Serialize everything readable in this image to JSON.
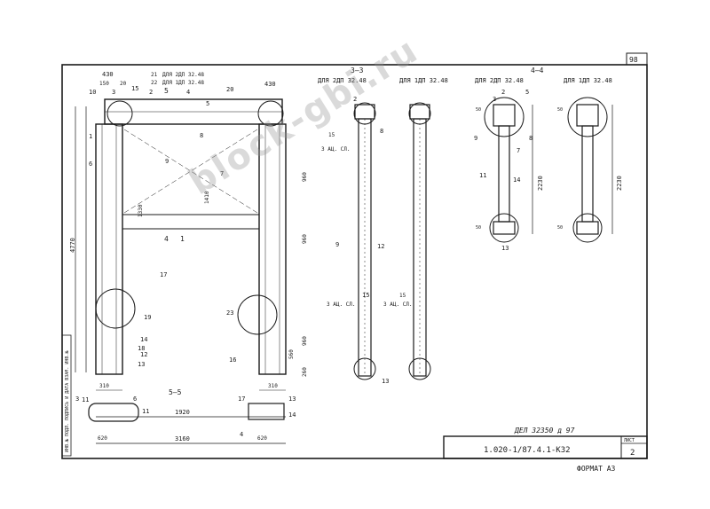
{
  "sheet": {
    "page_number": "98",
    "format_label": "ФОРМАТ А3",
    "title_block": {
      "document_code": "1.020-1/87.4.1-К32",
      "sheet_label": "ЛИСТ",
      "sheet_number": "2",
      "inventory_note": "ДЕЛ 32350 д 97"
    },
    "side_stamp": "ИНВ.№ ПОДЛ. ПОДПИСЬ И ДАТА ВЗАМ. ИНВ.№",
    "watermark": "block-gbi.ru"
  },
  "frame_view": {
    "top_dims": [
      "430",
      "150",
      "20",
      "430",
      "21",
      "22"
    ],
    "top_notes": [
      "ДЛЯ 2ДП 32.48",
      "ДЛЯ 1ДП 32.48"
    ],
    "height_total": "4770",
    "height_parts": [
      "1330",
      "960",
      "960",
      "960",
      "560",
      "260"
    ],
    "bottom_dims": [
      "310",
      "1920",
      "3160",
      "310"
    ],
    "inner_dims": [
      "1410"
    ],
    "section_marks": [
      "1",
      "4",
      "5"
    ],
    "callouts": [
      "1",
      "2",
      "3",
      "4",
      "5",
      "6",
      "7",
      "8",
      "9",
      "10",
      "11",
      "12",
      "13",
      "14",
      "15",
      "16",
      "17",
      "18",
      "19",
      "20",
      "23"
    ]
  },
  "section_3_3": {
    "title": "3—3",
    "notes": [
      "ДЛЯ 2ДП 32.48",
      "ДЛЯ 1ДП 32.48"
    ],
    "labels": [
      "15",
      "3 АЦ. СЛ.",
      "3 АЦ. СЛ.",
      "15",
      "3 АЦ. СЛ."
    ],
    "callouts": [
      "2",
      "8",
      "9",
      "12",
      "13",
      "15"
    ]
  },
  "section_4_4": {
    "title": "4—4",
    "notes": [
      "ДЛЯ 2ДП 32.48",
      "ДЛЯ 1ДП 32.48"
    ],
    "dims": [
      "2230",
      "2230",
      "50",
      "50",
      "50",
      "50"
    ],
    "callouts": [
      "2",
      "3",
      "5",
      "7",
      "8",
      "9",
      "11",
      "13",
      "14"
    ]
  },
  "section_5_5": {
    "title": "5—5",
    "dims": [
      "620",
      "620",
      "3160",
      "1920"
    ],
    "callouts": [
      "3",
      "4",
      "6",
      "11",
      "13",
      "14",
      "17"
    ]
  }
}
